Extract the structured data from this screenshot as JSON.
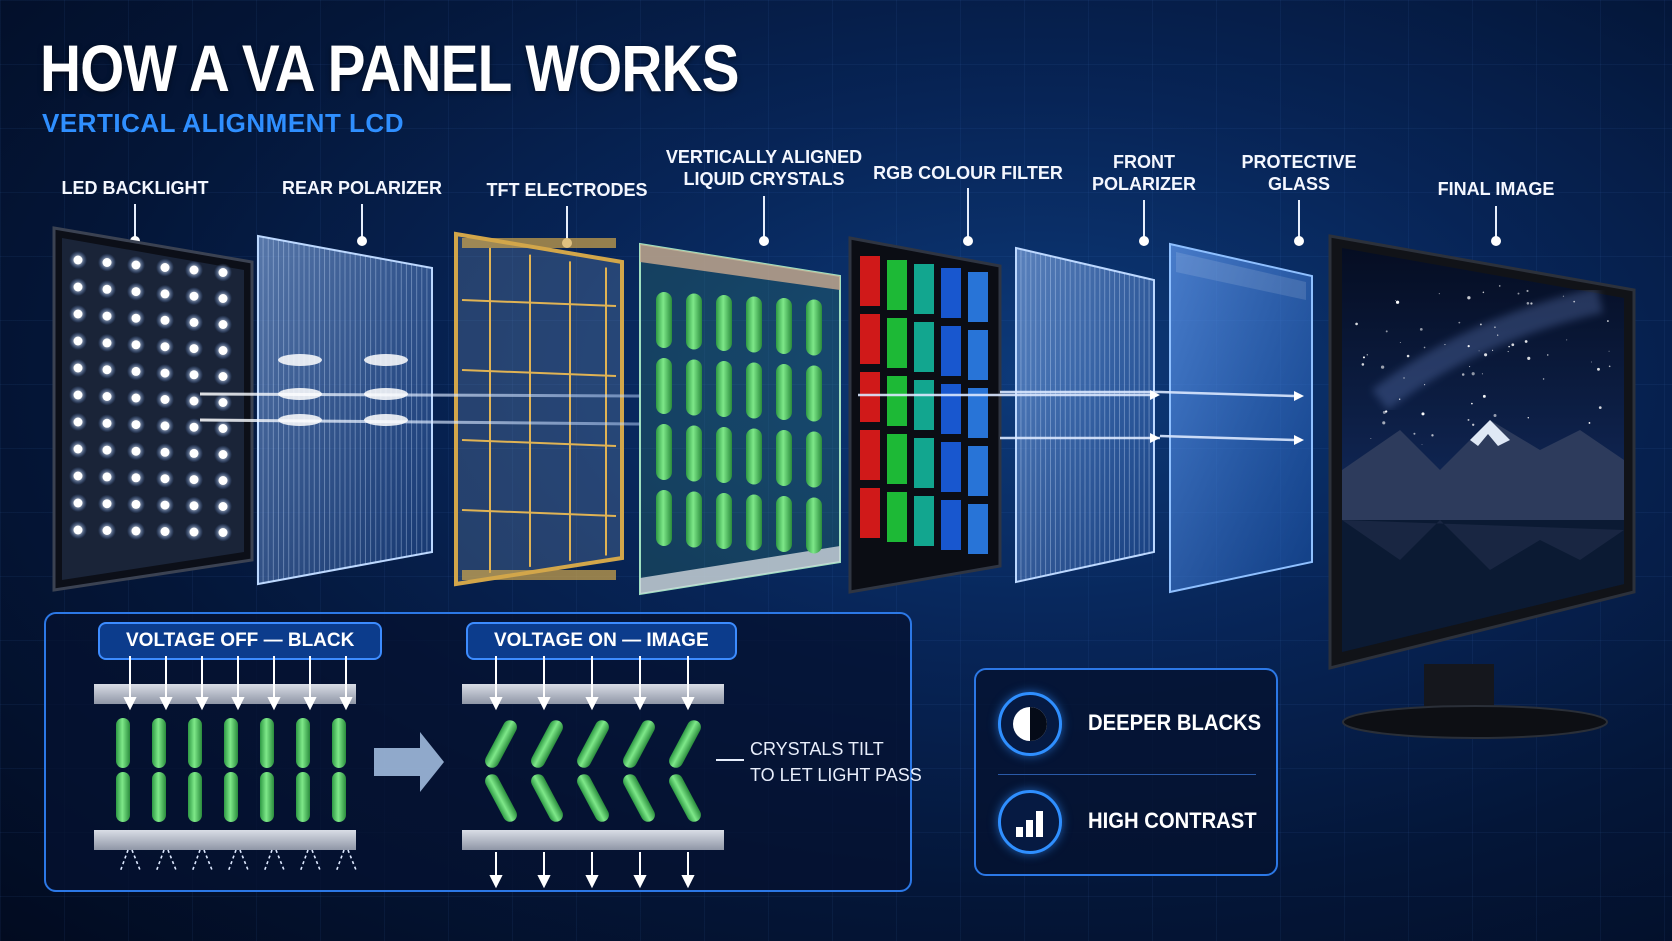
{
  "header": {
    "title": "HOW A VA PANEL WORKS",
    "subtitle": "VERTICAL ALIGNMENT LCD"
  },
  "layers": [
    {
      "name": "led-backlight",
      "label": "LED BACKLIGHT"
    },
    {
      "name": "rear-polarizer",
      "label": "REAR POLARIZER"
    },
    {
      "name": "tft-electrodes",
      "label": "TFT ELECTRODES"
    },
    {
      "name": "liquid-crystals",
      "label": "VERTICALLY ALIGNED\nLIQUID CRYSTALS"
    },
    {
      "name": "rgb-colour-filter",
      "label": "RGB COLOUR FILTER"
    },
    {
      "name": "front-polarizer",
      "label": "FRONT\nPOLARIZER"
    },
    {
      "name": "protective-glass",
      "label": "PROTECTIVE\nGLASS"
    },
    {
      "name": "final-image",
      "label": "FINAL IMAGE"
    }
  ],
  "states": {
    "off_label": "VOLTAGE OFF — BLACK",
    "on_label": "VOLTAGE ON — IMAGE",
    "callout": "CRYSTALS TILT\nTO LET LIGHT PASS"
  },
  "benefits": [
    {
      "label": "DEEPER BLACKS",
      "icon": "contrast-half-circle-icon"
    },
    {
      "label": "HIGH CONTRAST",
      "icon": "bar-chart-icon"
    }
  ],
  "colors": {
    "accent": "#2f8fff",
    "crystal": "#3fbf55",
    "filter_red": "#e21a1a",
    "filter_green": "#1fc83a",
    "filter_blue": "#1a5de0"
  }
}
